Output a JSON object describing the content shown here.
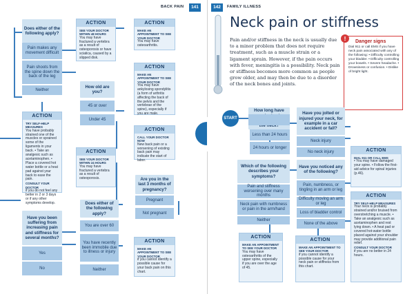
{
  "header": {
    "left_title": "BACK PAIN",
    "left_page": "141",
    "right_page": "142",
    "right_title": "FAMILY ILLNESS"
  },
  "left": {
    "q_slipped": "Does either of the following apply?",
    "a_pain_movement": "Pain makes any movement difficult",
    "a_pain_shoots": "Pain shoots from the spine down the back of the leg",
    "a_neither": "Neither",
    "act1": {
      "title": "ACTION",
      "head": "SEE YOUR DOCTOR WITHIN 48 HOURS",
      "body": "You may have fractured a vertebra as a result of osteoporosis or have sciatica, caused by a slipped disk."
    },
    "act2": {
      "title": "ACTION",
      "head": "MAKE AN APPOINTMENT TO SEE YOUR DOCTOR",
      "body": "You may have osteoarthritis."
    },
    "act3": {
      "title": "ACTION",
      "head": "MAKE AN APPOINTMENT TO SEE YOUR DOCTOR",
      "body": "You may have ankylosing spondylitis (a form of arthritis affecting the back of the pelvis and the vertebrae of the spine), especially if you are male."
    },
    "q_age": "How old are you?",
    "a_45_over": "45 or over",
    "a_under_45": "Under 45",
    "act_selfhelp": {
      "title": "ACTION",
      "head": "TRY SELF-HELP MEASURES",
      "body": "You have probably strained one of the muscles or sprained some of the ligaments in your back. • Take an analgesic such as acetaminophen. • Place a covered hot water bottle or a heat pad against your back to ease the pain.",
      "head2": "CONSULT YOUR DOCTOR",
      "body2": "if you do not feel any better in 2 or 3 days or if any other symptoms develop."
    },
    "act4": {
      "title": "ACTION",
      "head": "CALL YOUR DOCTOR NOW",
      "body": "New back pain or a worsening of existing back pain may indicate the start of labor."
    },
    "act5": {
      "title": "ACTION",
      "head": "SEE YOUR DOCTOR WITHIN 24 HOURS",
      "body": "You may have fractured a vertebra as a result of osteoporosis."
    },
    "q_pregnancy": "Are you in the last 3 months of pregnancy?",
    "a_pregnant": "Pregnant",
    "a_not_pregnant": "Not pregnant",
    "q_suffering": "Have you been suffering from increasing pain and stiffness for several months?",
    "a_yes": "Yes",
    "a_no": "No",
    "q_either2": "Does either of the following apply?",
    "a_60_over": "You are over 60",
    "a_immobile": "You have recently been immobile due to illness or injury",
    "a_neither2": "Neither",
    "act6": {
      "title": "ACTION",
      "head": "MAKE AN APPOINTMENT TO SEE YOUR DOCTOR",
      "body": "if you cannot identify a possible cause for your back pain on this chart."
    }
  },
  "right": {
    "title": "Neck pain or stiffness",
    "intro": "Pain and/or stiffness in the neck is usually due to a minor problem that does not require treatment, such as a muscle strain or a ligament sprain. However, if the pain occurs with fever, meningitis is a possibility. Neck pain or stiffness becomes more common as people grow older, and may then be due to a disorder of the neck bones and joints.",
    "danger": {
      "title": "Danger signs",
      "body": "Dial 911 or call EMS if you have neck pain associated with any of the following: • Difficulty controlling your bladder. • Difficulty controlling your bowels. • Severe headache. • Drowsiness or confusion. • Dislike of bright light."
    },
    "start": "START",
    "q_how_long": "How long have you had pain and/or stiffness in the neck?",
    "a_less_24": "Less than 24 hours",
    "a_24_longer": "24 hours or longer",
    "q_jolted": "Have you jolted or injured your neck, for example in a car accident or fall?",
    "a_neck_injury": "Neck injury",
    "a_no_neck_injury": "No neck injury",
    "q_which": "Which of the following describes your symptoms?",
    "a_worsening": "Pain and stiffness worsening over many months",
    "a_numbness": "Neck pain with numbness or pain in the arm/hand",
    "a_neither": "Neither",
    "q_noticed": "Have you noticed any of the following?",
    "a_pain_numb": "Pain, numbness, or tingling in an arm or leg",
    "a_moving": "Difficulty moving an arm or leg",
    "a_bladder": "Loss of bladder control",
    "a_none": "None of the above",
    "act_call": {
      "title": "ACTION",
      "head": "DIAL 911 OR CALL EMS",
      "body": "• You may have damaged your spine. • Follow the first-aid advice for spinal injuries (p.46)."
    },
    "act_selfhelp": {
      "title": "ACTION",
      "head": "TRY SELF-HELP MEASURES",
      "body": "Your neck is probably strained and/or bruised from overstretching a muscle. • Take an analgesic such as acetaminophen and rest lying down. • A heat pad or covered hot-water bottle placed against your shoulder may provide additional pain relief.",
      "head2": "CONSULT YOUR DOCTOR",
      "body2": "if you are no better in 24 hours."
    },
    "act_appt1": {
      "title": "ACTION",
      "head": "MAKE AN APPOINTMENT TO SEE YOUR DOCTOR",
      "body": "You may have osteoarthritis of the upper spine, especially if you are over the age of 45."
    },
    "act_appt2": {
      "title": "ACTION",
      "head": "MAKE AN APPOINTMENT TO SEE YOUR DOCTOR",
      "body": "if you cannot identify a possible cause for your neck pain or stiffness from this chart."
    }
  },
  "colors": {
    "accent": "#1d6fb0",
    "box_light": "#cfe2f1",
    "box_mid": "#a9c9e6",
    "danger": "#d63a3a"
  }
}
